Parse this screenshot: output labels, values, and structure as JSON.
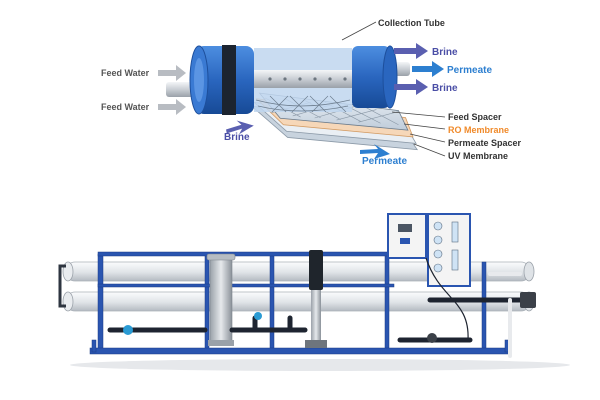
{
  "membrane_diagram": {
    "labels": {
      "collection_tube": "Collection Tube",
      "brine_top": "Brine",
      "permeate_right": "Permeate",
      "brine_right": "Brine",
      "feed_water_1": "Feed Water",
      "feed_water_2": "Feed Water",
      "brine_left": "Brine",
      "feed_spacer": "Feed Spacer",
      "ro_membrane": "RO Membrane",
      "permeate_spacer": "Permeate Spacer",
      "uv_membrane": "UV Membrane",
      "permeate_bottom": "Permeate"
    },
    "colors": {
      "vessel_blue": "#2f6fc4",
      "brine_text": "#4a4ea6",
      "permeate_text": "#2d7fd0",
      "ro_membrane_text": "#f08a2a",
      "dark_text": "#333333",
      "label_gray": "#555555"
    }
  },
  "ro_system": {
    "colors": {
      "frame_blue": "#2a55b0",
      "vessel_white": "#eef0f2",
      "panel_white": "#f4f4f4"
    }
  }
}
